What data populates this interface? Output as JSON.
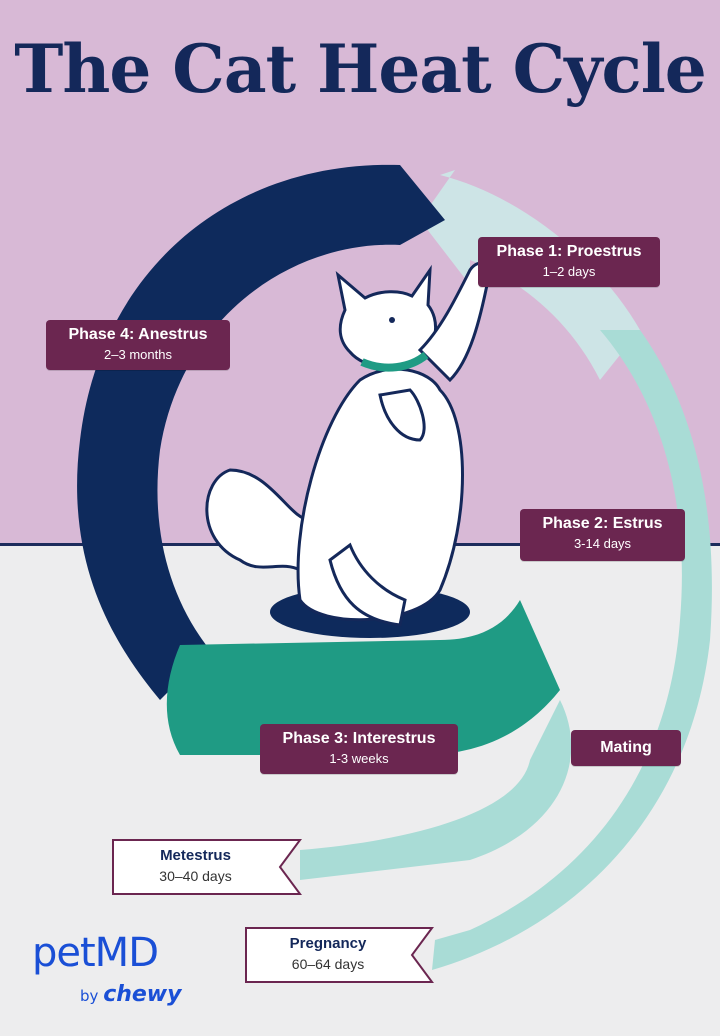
{
  "title": "The Cat Heat Cycle",
  "phases": [
    {
      "name": "Phase 1: Proestrus",
      "duration": "1–2 days"
    },
    {
      "name": "Phase 2: Estrus",
      "duration": "3-14 days"
    },
    {
      "name": "Phase 3: Interestrus",
      "duration": "1-3 weeks"
    },
    {
      "name": "Phase 4: Anestrus",
      "duration": "2–3 months"
    }
  ],
  "mating": "Mating",
  "metestrus": {
    "name": "Metestrus",
    "duration": "30–40 days"
  },
  "pregnancy": {
    "name": "Pregnancy",
    "duration": "60–64 days"
  },
  "brand": {
    "logo": "petMD",
    "by": "by",
    "partner": "chewy"
  },
  "colors": {
    "background_top": "#d8b9d6",
    "background_bottom": "#ededee",
    "navy": "#0e2a5c",
    "teal": "#1f9b84",
    "light_teal": "#a9dcd6",
    "label": "#6b2650"
  },
  "icons": [
    "cat-illustration",
    "cycle-arrow"
  ]
}
